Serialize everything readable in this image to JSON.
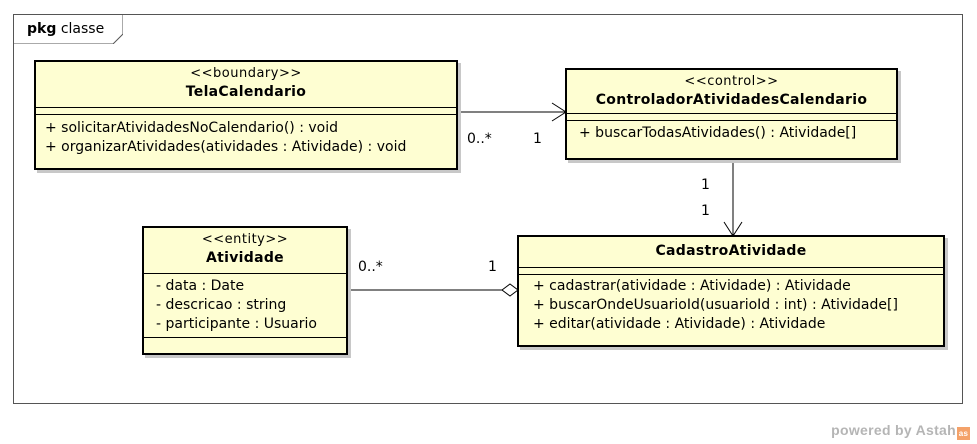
{
  "package": {
    "keyword": "pkg",
    "name": "classe"
  },
  "classes": {
    "tela": {
      "stereotype": "<<boundary>>",
      "name": "TelaCalendario",
      "attributes": [],
      "operations": [
        "+ solicitarAtividadesNoCalendario() : void",
        "+ organizarAtividades(atividades : Atividade) : void"
      ]
    },
    "controlador": {
      "stereotype": "<<control>>",
      "name": "ControladorAtividadesCalendario",
      "attributes": [],
      "operations": [
        "+ buscarTodasAtividades() : Atividade[]"
      ]
    },
    "atividade": {
      "stereotype": "<<entity>>",
      "name": "Atividade",
      "attributes": [
        "- data : Date",
        "- descricao : string",
        "- participante : Usuario"
      ],
      "operations": []
    },
    "cadastro": {
      "stereotype": "",
      "name": "CadastroAtividade",
      "attributes": [],
      "operations": [
        "+ cadastrar(atividade : Atividade) : Atividade",
        "+ buscarOndeUsuarioId(usuarioId : int) : Atividade[]",
        "+ editar(atividade : Atividade) : Atividade"
      ]
    }
  },
  "relations": {
    "tela_controlador": {
      "source_mult": "0..*",
      "target_mult": "1"
    },
    "controlador_cadastro": {
      "source_mult": "1",
      "target_mult": "1"
    },
    "atividade_cadastro": {
      "source_mult": "0..*",
      "target_mult": "1"
    }
  },
  "watermark": {
    "text": "powered by Astah",
    "logo": "as"
  }
}
